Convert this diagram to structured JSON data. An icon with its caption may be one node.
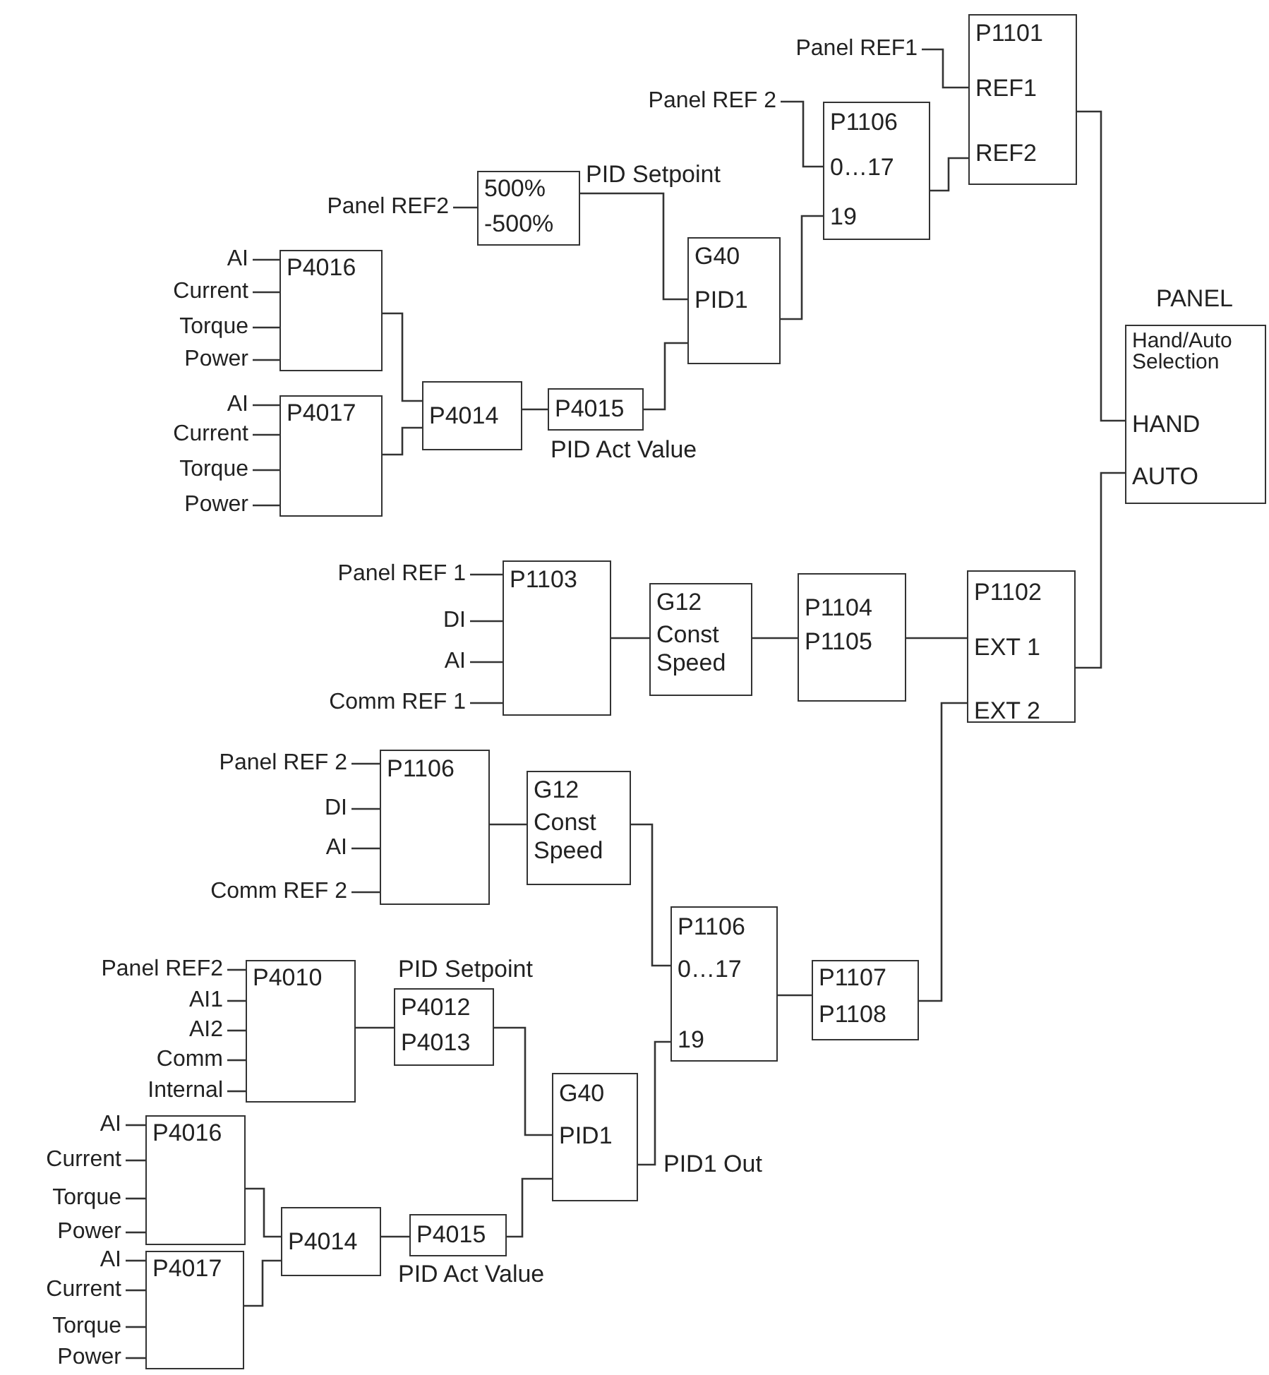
{
  "diagram": {
    "nodes": [
      {
        "text": [
          "Panel REF1"
        ]
      },
      {
        "text": [
          "P1101",
          "REF1",
          "REF2"
        ]
      },
      {
        "text": [
          "Panel REF 2"
        ]
      },
      {
        "text": [
          "P1106",
          "0…17",
          "19"
        ]
      },
      {
        "text": [
          "Panel REF2"
        ]
      },
      {
        "text": [
          "500%",
          "-500%"
        ],
        "beside": [
          "PID Setpoint"
        ]
      },
      {
        "text": [
          "G40",
          "PID1"
        ]
      },
      {
        "text": [
          "AI"
        ]
      },
      {
        "text": [
          "Current"
        ]
      },
      {
        "text": [
          "Torque"
        ]
      },
      {
        "text": [
          "Power"
        ]
      },
      {
        "text": [
          "P4016"
        ]
      },
      {
        "text": [
          "AI"
        ]
      },
      {
        "text": [
          "Current"
        ]
      },
      {
        "text": [
          "Torque"
        ]
      },
      {
        "text": [
          "Power"
        ]
      },
      {
        "text": [
          "P4017"
        ]
      },
      {
        "text": [
          "P4014"
        ]
      },
      {
        "text": [
          "P4015"
        ],
        "beside": [
          "PID Act Value"
        ]
      },
      {
        "text": [
          "PANEL",
          "Hand/Auto Selection",
          "HAND",
          "AUTO"
        ]
      },
      {
        "text": [
          "Panel REF 1"
        ]
      },
      {
        "text": [
          "DI"
        ]
      },
      {
        "text": [
          "AI"
        ]
      },
      {
        "text": [
          "Comm REF 1"
        ]
      },
      {
        "text": [
          "P1103"
        ]
      },
      {
        "text": [
          "G12",
          "Const Speed"
        ]
      },
      {
        "text": [
          "P1104",
          "P1105"
        ]
      },
      {
        "text": [
          "P1102",
          "EXT 1",
          "EXT 2"
        ]
      },
      {
        "text": [
          "Panel REF 2"
        ]
      },
      {
        "text": [
          "DI"
        ]
      },
      {
        "text": [
          "AI"
        ]
      },
      {
        "text": [
          "Comm REF 2"
        ]
      },
      {
        "text": [
          "P1106"
        ]
      },
      {
        "text": [
          "G12",
          "Const Speed"
        ]
      },
      {
        "text": [
          "P1106",
          "0…17",
          "19"
        ]
      },
      {
        "text": [
          "P1107",
          "P1108"
        ]
      },
      {
        "text": [
          "Panel REF2"
        ]
      },
      {
        "text": [
          "AI1"
        ]
      },
      {
        "text": [
          "AI2"
        ]
      },
      {
        "text": [
          "Comm"
        ]
      },
      {
        "text": [
          "Internal"
        ]
      },
      {
        "text": [
          "P4010"
        ]
      },
      {
        "text": [
          "P4012",
          "P4013"
        ],
        "beside": [
          "PID Setpoint"
        ]
      },
      {
        "text": [
          "G40",
          "PID1"
        ]
      },
      {
        "text": [
          "AI"
        ]
      },
      {
        "text": [
          "Current"
        ]
      },
      {
        "text": [
          "Torque"
        ]
      },
      {
        "text": [
          "Power"
        ]
      },
      {
        "text": [
          "P4016"
        ]
      },
      {
        "text": [
          "AI"
        ]
      },
      {
        "text": [
          "Current"
        ]
      },
      {
        "text": [
          "Torque"
        ]
      },
      {
        "text": [
          "Power"
        ]
      },
      {
        "text": [
          "P4017"
        ]
      },
      {
        "text": [
          "P4014"
        ]
      },
      {
        "text": [
          "P4015"
        ],
        "beside": [
          "PID Act Value"
        ]
      }
    ],
    "edges": [
      {
        "from": 0,
        "to": 1,
        "arrow": "none"
      },
      {
        "from": 2,
        "to": 3,
        "arrow": "none"
      },
      {
        "from": 4,
        "to": 5,
        "arrow": "none"
      },
      {
        "from": 5,
        "to": 6,
        "arrow": "none"
      },
      {
        "from": 6,
        "to": 3,
        "arrow": "none"
      },
      {
        "from": 3,
        "to": 1,
        "arrow": "none"
      },
      {
        "from": 1,
        "to": 19,
        "arrow": "none"
      },
      {
        "from": 7,
        "to": 11,
        "arrow": "none"
      },
      {
        "from": 8,
        "to": 11,
        "arrow": "none"
      },
      {
        "from": 9,
        "to": 11,
        "arrow": "none"
      },
      {
        "from": 10,
        "to": 11,
        "arrow": "none"
      },
      {
        "from": 12,
        "to": 16,
        "arrow": "none"
      },
      {
        "from": 13,
        "to": 16,
        "arrow": "none"
      },
      {
        "from": 14,
        "to": 16,
        "arrow": "none"
      },
      {
        "from": 15,
        "to": 16,
        "arrow": "none"
      },
      {
        "from": 11,
        "to": 17,
        "arrow": "none"
      },
      {
        "from": 16,
        "to": 17,
        "arrow": "none"
      },
      {
        "from": 17,
        "to": 18,
        "arrow": "none"
      },
      {
        "from": 18,
        "to": 6,
        "arrow": "none"
      },
      {
        "from": 20,
        "to": 24,
        "arrow": "none"
      },
      {
        "from": 21,
        "to": 24,
        "arrow": "none"
      },
      {
        "from": 22,
        "to": 24,
        "arrow": "none"
      },
      {
        "from": 23,
        "to": 24,
        "arrow": "none"
      },
      {
        "from": 24,
        "to": 25,
        "arrow": "none"
      },
      {
        "from": 25,
        "to": 26,
        "arrow": "none"
      },
      {
        "from": 26,
        "to": 27,
        "arrow": "none"
      },
      {
        "from": 27,
        "to": 19,
        "arrow": "none"
      },
      {
        "from": 28,
        "to": 32,
        "arrow": "none"
      },
      {
        "from": 29,
        "to": 32,
        "arrow": "none"
      },
      {
        "from": 30,
        "to": 32,
        "arrow": "none"
      },
      {
        "from": 31,
        "to": 32,
        "arrow": "none"
      },
      {
        "from": 32,
        "to": 33,
        "arrow": "none"
      },
      {
        "from": 33,
        "to": 34,
        "arrow": "none"
      },
      {
        "from": 34,
        "to": 35,
        "arrow": "none"
      },
      {
        "from": 35,
        "to": 27,
        "arrow": "none"
      },
      {
        "from": 36,
        "to": 41,
        "arrow": "none"
      },
      {
        "from": 37,
        "to": 41,
        "arrow": "none"
      },
      {
        "from": 38,
        "to": 41,
        "arrow": "none"
      },
      {
        "from": 39,
        "to": 41,
        "arrow": "none"
      },
      {
        "from": 40,
        "to": 41,
        "arrow": "none"
      },
      {
        "from": 41,
        "to": 42,
        "arrow": "none"
      },
      {
        "from": 42,
        "to": 43,
        "arrow": "none"
      },
      {
        "from": 44,
        "to": 48,
        "arrow": "none"
      },
      {
        "from": 45,
        "to": 48,
        "arrow": "none"
      },
      {
        "from": 46,
        "to": 48,
        "arrow": "none"
      },
      {
        "from": 47,
        "to": 48,
        "arrow": "none"
      },
      {
        "from": 49,
        "to": 53,
        "arrow": "none"
      },
      {
        "from": 50,
        "to": 53,
        "arrow": "none"
      },
      {
        "from": 51,
        "to": 53,
        "arrow": "none"
      },
      {
        "from": 52,
        "to": 53,
        "arrow": "none"
      },
      {
        "from": 48,
        "to": 54,
        "arrow": "none"
      },
      {
        "from": 53,
        "to": 54,
        "arrow": "none"
      },
      {
        "from": 54,
        "to": 55,
        "arrow": "none"
      },
      {
        "from": 55,
        "to": 43,
        "arrow": "none"
      },
      {
        "from": 43,
        "to": 34,
        "label": "PID1 Out",
        "arrow": "none"
      }
    ]
  }
}
